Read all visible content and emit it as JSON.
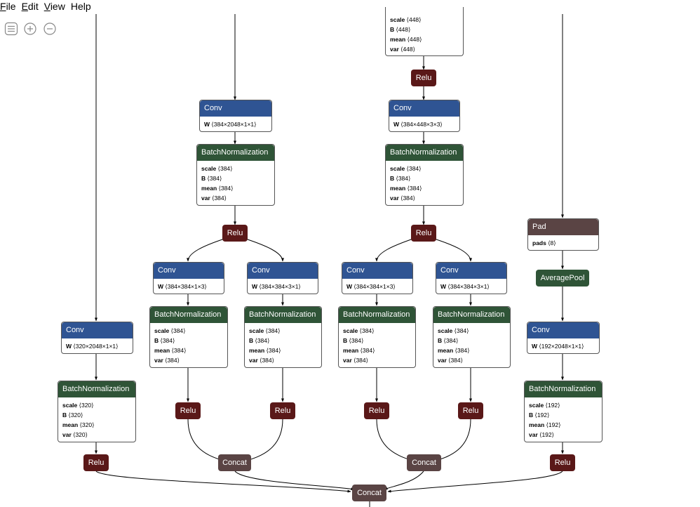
{
  "menu": [
    {
      "key": "F",
      "rest": "ile"
    },
    {
      "key": "E",
      "rest": "dit"
    },
    {
      "key": "V",
      "rest": "iew"
    },
    {
      "key": "",
      "rest": "Help"
    }
  ],
  "toolbar": {
    "sidebar_icon": "list-icon",
    "zoom_in_icon": "zoom-in-icon",
    "zoom_out_icon": "zoom-out-icon"
  },
  "colors": {
    "conv": "#2f5493",
    "bn": "#2f5437",
    "relu": "#5a1818",
    "concat": "#5a4444"
  },
  "nodes": {
    "top_bn": {
      "attrs": [
        {
          "k": "scale",
          "v": "⟨448⟩"
        },
        {
          "k": "B",
          "v": "⟨448⟩"
        },
        {
          "k": "mean",
          "v": "⟨448⟩"
        },
        {
          "k": "var",
          "v": "⟨448⟩"
        }
      ]
    },
    "relu_top": {
      "label": "Relu"
    },
    "conv_a": {
      "title": "Conv",
      "attrs": [
        {
          "k": "W",
          "v": "⟨384×2048×1×1⟩"
        }
      ]
    },
    "bn_a": {
      "title": "BatchNormalization",
      "attrs": [
        {
          "k": "scale",
          "v": "⟨384⟩"
        },
        {
          "k": "B",
          "v": "⟨384⟩"
        },
        {
          "k": "mean",
          "v": "⟨384⟩"
        },
        {
          "k": "var",
          "v": "⟨384⟩"
        }
      ]
    },
    "relu_a": {
      "label": "Relu"
    },
    "conv_b": {
      "title": "Conv",
      "attrs": [
        {
          "k": "W",
          "v": "⟨384×448×3×3⟩"
        }
      ]
    },
    "bn_b": {
      "title": "BatchNormalization",
      "attrs": [
        {
          "k": "scale",
          "v": "⟨384⟩"
        },
        {
          "k": "B",
          "v": "⟨384⟩"
        },
        {
          "k": "mean",
          "v": "⟨384⟩"
        },
        {
          "k": "var",
          "v": "⟨384⟩"
        }
      ]
    },
    "relu_b": {
      "label": "Relu"
    },
    "conv_a1": {
      "title": "Conv",
      "attrs": [
        {
          "k": "W",
          "v": "⟨384×384×1×3⟩"
        }
      ]
    },
    "conv_a2": {
      "title": "Conv",
      "attrs": [
        {
          "k": "W",
          "v": "⟨384×384×3×1⟩"
        }
      ]
    },
    "conv_b1": {
      "title": "Conv",
      "attrs": [
        {
          "k": "W",
          "v": "⟨384×384×1×3⟩"
        }
      ]
    },
    "conv_b2": {
      "title": "Conv",
      "attrs": [
        {
          "k": "W",
          "v": "⟨384×384×3×1⟩"
        }
      ]
    },
    "bn_a1": {
      "title": "BatchNormalization",
      "attrs": [
        {
          "k": "scale",
          "v": "⟨384⟩"
        },
        {
          "k": "B",
          "v": "⟨384⟩"
        },
        {
          "k": "mean",
          "v": "⟨384⟩"
        },
        {
          "k": "var",
          "v": "⟨384⟩"
        }
      ]
    },
    "bn_a2": {
      "title": "BatchNormalization",
      "attrs": [
        {
          "k": "scale",
          "v": "⟨384⟩"
        },
        {
          "k": "B",
          "v": "⟨384⟩"
        },
        {
          "k": "mean",
          "v": "⟨384⟩"
        },
        {
          "k": "var",
          "v": "⟨384⟩"
        }
      ]
    },
    "bn_b1": {
      "title": "BatchNormalization",
      "attrs": [
        {
          "k": "scale",
          "v": "⟨384⟩"
        },
        {
          "k": "B",
          "v": "⟨384⟩"
        },
        {
          "k": "mean",
          "v": "⟨384⟩"
        },
        {
          "k": "var",
          "v": "⟨384⟩"
        }
      ]
    },
    "bn_b2": {
      "title": "BatchNormalization",
      "attrs": [
        {
          "k": "scale",
          "v": "⟨384⟩"
        },
        {
          "k": "B",
          "v": "⟨384⟩"
        },
        {
          "k": "mean",
          "v": "⟨384⟩"
        },
        {
          "k": "var",
          "v": "⟨384⟩"
        }
      ]
    },
    "relu_a1": {
      "label": "Relu"
    },
    "relu_a2": {
      "label": "Relu"
    },
    "relu_b1": {
      "label": "Relu"
    },
    "relu_b2": {
      "label": "Relu"
    },
    "concat_a": {
      "label": "Concat"
    },
    "concat_b": {
      "label": "Concat"
    },
    "conv_l": {
      "title": "Conv",
      "attrs": [
        {
          "k": "W",
          "v": "⟨320×2048×1×1⟩"
        }
      ]
    },
    "bn_l": {
      "title": "BatchNormalization",
      "attrs": [
        {
          "k": "scale",
          "v": "⟨320⟩"
        },
        {
          "k": "B",
          "v": "⟨320⟩"
        },
        {
          "k": "mean",
          "v": "⟨320⟩"
        },
        {
          "k": "var",
          "v": "⟨320⟩"
        }
      ]
    },
    "relu_l": {
      "label": "Relu"
    },
    "pad": {
      "title": "Pad",
      "attrs": [
        {
          "k": "pads",
          "v": "⟨8⟩"
        }
      ]
    },
    "avgpool": {
      "label": "AveragePool"
    },
    "conv_r": {
      "title": "Conv",
      "attrs": [
        {
          "k": "W",
          "v": "⟨192×2048×1×1⟩"
        }
      ]
    },
    "bn_r": {
      "title": "BatchNormalization",
      "attrs": [
        {
          "k": "scale",
          "v": "⟨192⟩"
        },
        {
          "k": "B",
          "v": "⟨192⟩"
        },
        {
          "k": "mean",
          "v": "⟨192⟩"
        },
        {
          "k": "var",
          "v": "⟨192⟩"
        }
      ]
    },
    "relu_r": {
      "label": "Relu"
    },
    "concat_final": {
      "label": "Concat"
    }
  }
}
